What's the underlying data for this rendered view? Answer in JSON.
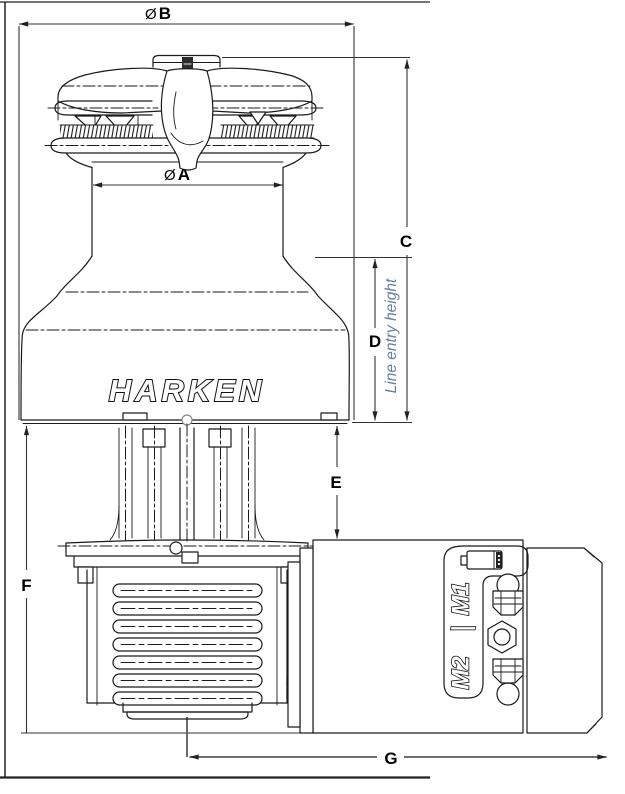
{
  "drawing": {
    "brand_logo": "HARKEN",
    "dimensions": {
      "b": {
        "symbol": "Ø",
        "letter": "B"
      },
      "a": {
        "symbol": "Ø",
        "letter": "A"
      },
      "c": "C",
      "d": "D",
      "e": "E",
      "f": "F",
      "g": "G"
    },
    "annotations": {
      "line_entry_height": "Line entry height"
    },
    "motor_panel": {
      "m1": "M1",
      "separator": "—",
      "m2": "M2"
    },
    "colors": {
      "line_art": "#1a1a1a",
      "dimension_lines": "#333333",
      "line_entry_text": "#66809c",
      "g_dimension_line": "#5a5a5a"
    }
  }
}
